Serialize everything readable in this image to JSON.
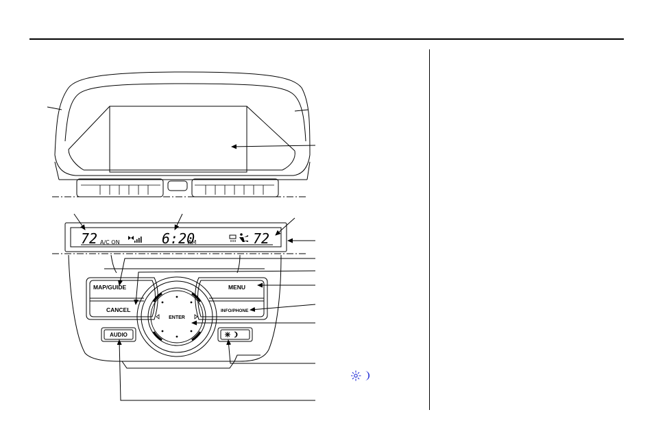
{
  "colors": {
    "ink": "#000000",
    "accent": "#1f2bd6",
    "page": "#ffffff"
  },
  "panel": {
    "climate_display": {
      "driver_temp": "72",
      "ac_status": "A/C ON",
      "clock_time": "6:20",
      "clock_ampm": "AM",
      "passenger_temp": "72",
      "fan_icon": "fan-speed-icon",
      "defrost_icon": "rear-defrost-icon",
      "airflow_icon": "airflow-mode-icon"
    },
    "buttons": {
      "map_guide": "MAP/GUIDE",
      "cancel": "CANCEL",
      "menu": "MENU",
      "info_phone": "INFO/PHONE",
      "enter": "ENTER",
      "audio": "AUDIO",
      "day_night_icon": "sun-moon-icon"
    }
  },
  "legend": {
    "day_night_icon": "sun-moon-icon"
  }
}
